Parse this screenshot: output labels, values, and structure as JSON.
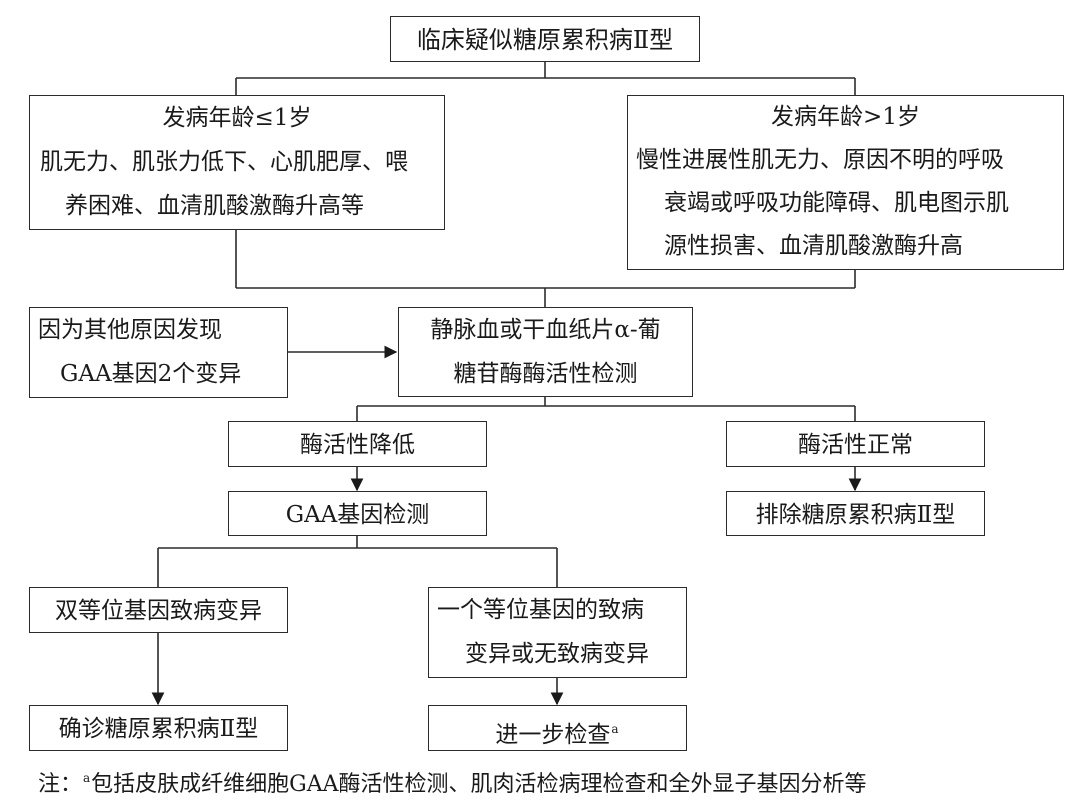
{
  "title": "临床疑似糖原累积病Ⅱ型",
  "age_le1": {
    "heading": "发病年龄≤1岁",
    "lines": [
      "肌无力、肌张力低下、心肌肥厚、喂",
      "养困难、血清肌酸激酶升高等"
    ]
  },
  "age_gt1": {
    "heading": "发病年龄>1岁",
    "lines": [
      "慢性进展性肌无力、原因不明的呼吸",
      "衰竭或呼吸功能障碍、肌电图示肌",
      "源性损害、血清肌酸激酶升高"
    ]
  },
  "other_cause": {
    "lines": [
      "因为其他原因发现",
      "GAA基因2个变异"
    ]
  },
  "enzyme_test": {
    "lines": [
      "静脉血或干血纸片α-葡",
      "糖苷酶酶活性检测"
    ]
  },
  "activity_low": "酶活性降低",
  "activity_normal": "酶活性正常",
  "gaa_test": "GAA基因检测",
  "exclude": "排除糖原累积病Ⅱ型",
  "biallelic": "双等位基因致病变异",
  "mono": {
    "lines": [
      "一个等位基因的致病",
      "变异或无致病变异"
    ]
  },
  "confirm": "确诊糖原累积病Ⅱ型",
  "further": {
    "label": "进一步检查",
    "mark": "a"
  },
  "footnote": {
    "prefix": "注：",
    "mark": "a",
    "text": "包括皮肤成纤维细胞GAA酶活性检测、肌肉活检病理检查和全外显子基因分析等"
  },
  "colors": {
    "line": "#2b2b2b",
    "text": "#1a1a1a",
    "background": "#ffffff"
  }
}
